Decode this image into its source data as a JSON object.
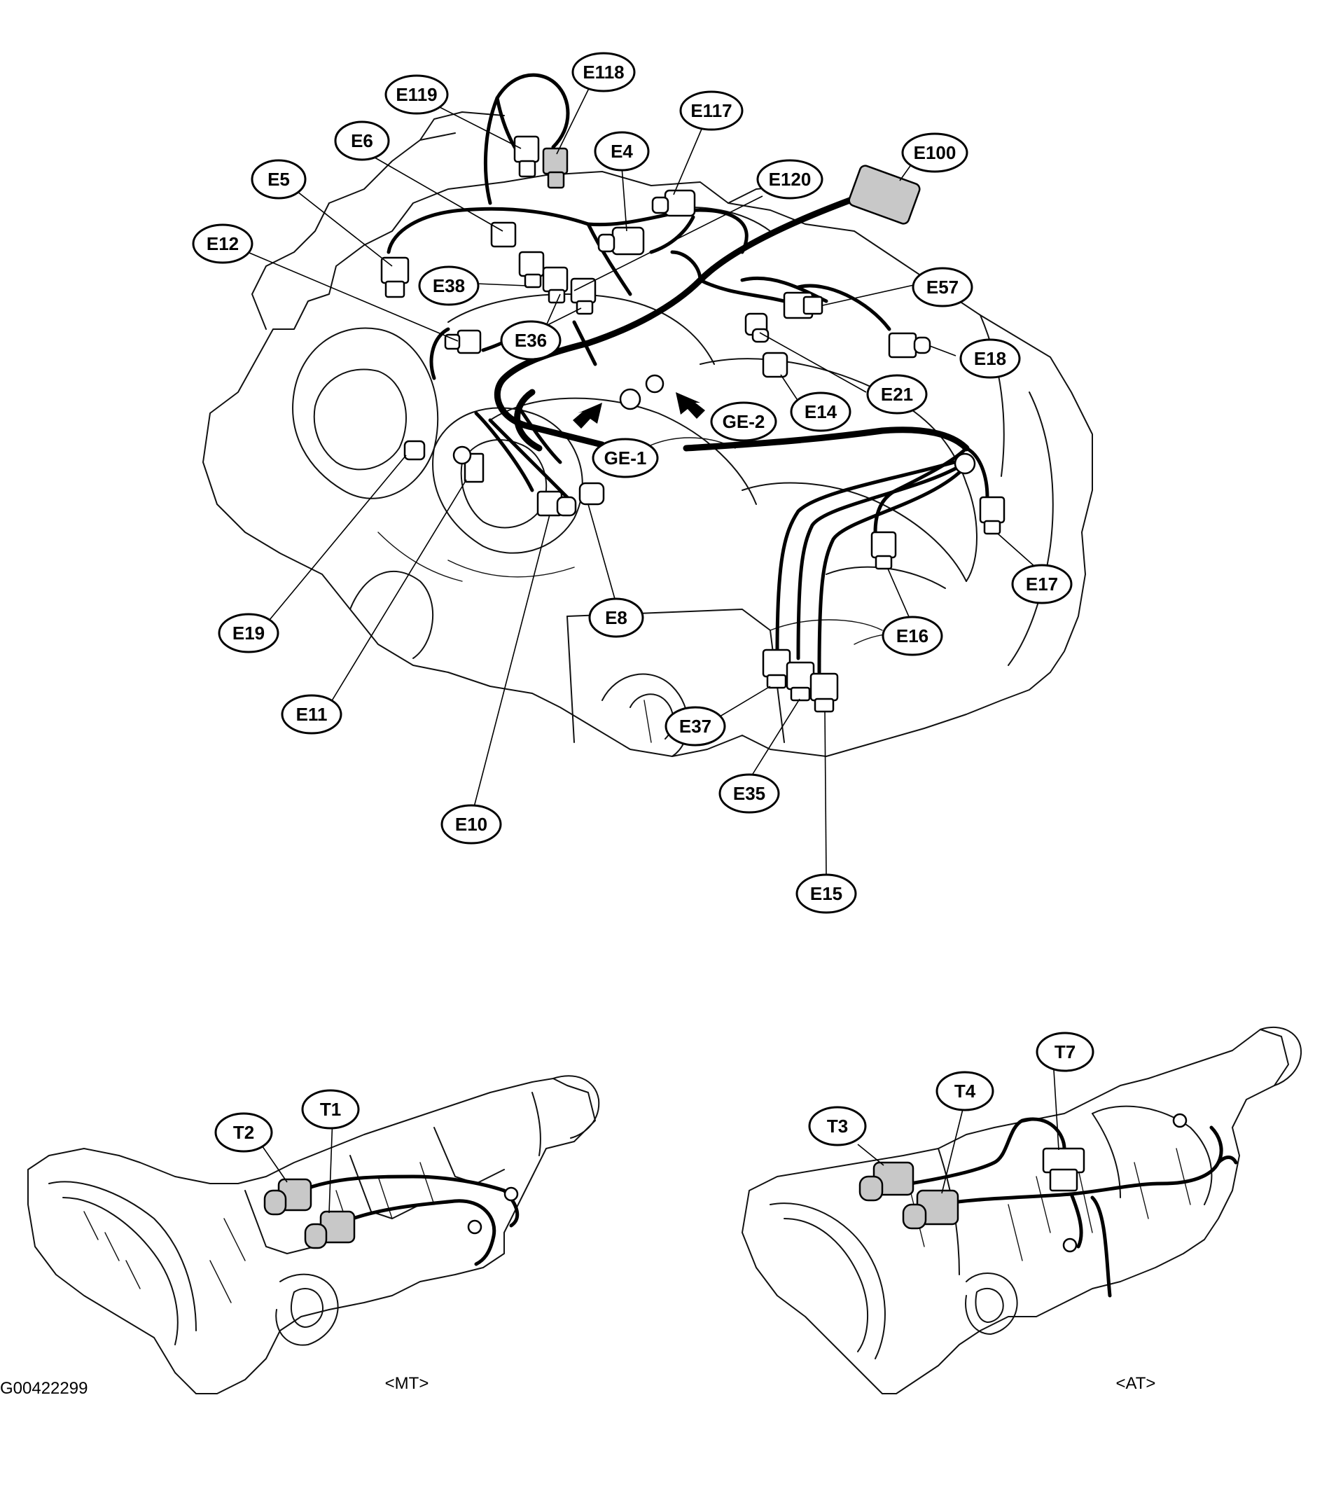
{
  "figure_id": "G00422299",
  "variants": {
    "mt": {
      "caption": "<MT>"
    },
    "at": {
      "caption": "<AT>"
    }
  },
  "engine_labels": [
    {
      "id": "E119",
      "text": "E119"
    },
    {
      "id": "E118",
      "text": "E118"
    },
    {
      "id": "E117",
      "text": "E117"
    },
    {
      "id": "E6",
      "text": "E6"
    },
    {
      "id": "E4",
      "text": "E4"
    },
    {
      "id": "E100",
      "text": "E100"
    },
    {
      "id": "E5",
      "text": "E5"
    },
    {
      "id": "E120",
      "text": "E120"
    },
    {
      "id": "E12",
      "text": "E12"
    },
    {
      "id": "E38",
      "text": "E38"
    },
    {
      "id": "E57",
      "text": "E57"
    },
    {
      "id": "E36",
      "text": "E36"
    },
    {
      "id": "E18",
      "text": "E18"
    },
    {
      "id": "E21",
      "text": "E21"
    },
    {
      "id": "E14",
      "text": "E14"
    },
    {
      "id": "GE-2",
      "text": "GE-2"
    },
    {
      "id": "GE-1",
      "text": "GE-1"
    },
    {
      "id": "E17",
      "text": "E17"
    },
    {
      "id": "E8",
      "text": "E8"
    },
    {
      "id": "E16",
      "text": "E16"
    },
    {
      "id": "E19",
      "text": "E19"
    },
    {
      "id": "E11",
      "text": "E11"
    },
    {
      "id": "E37",
      "text": "E37"
    },
    {
      "id": "E35",
      "text": "E35"
    },
    {
      "id": "E10",
      "text": "E10"
    },
    {
      "id": "E15",
      "text": "E15"
    }
  ],
  "mt_labels": [
    {
      "id": "T2",
      "text": "T2"
    },
    {
      "id": "T1",
      "text": "T1"
    }
  ],
  "at_labels": [
    {
      "id": "T7",
      "text": "T7"
    },
    {
      "id": "T4",
      "text": "T4"
    },
    {
      "id": "T3",
      "text": "T3"
    }
  ]
}
